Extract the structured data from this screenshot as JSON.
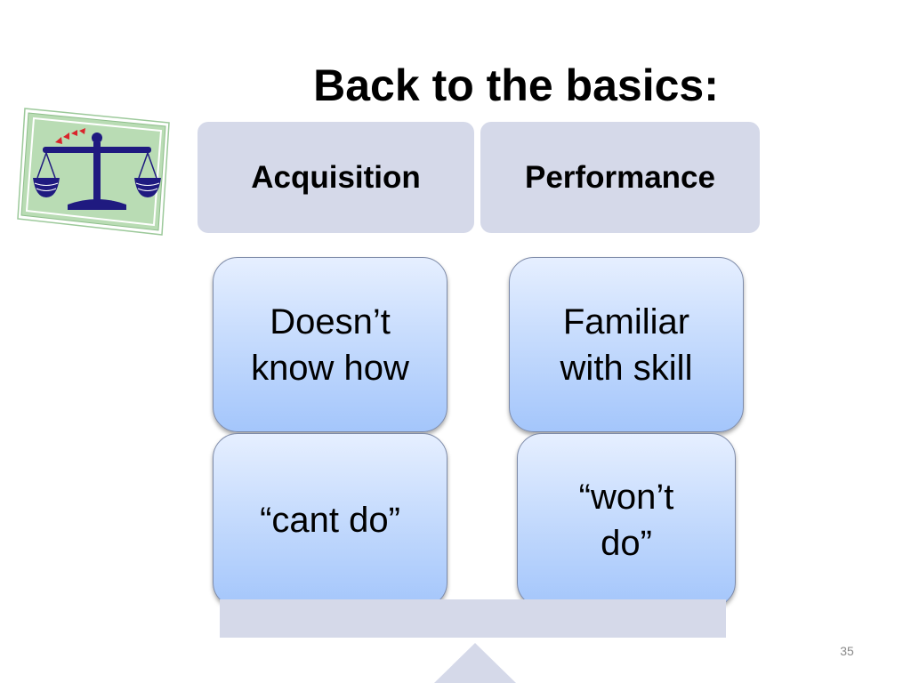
{
  "slide": {
    "title": "Back to the basics:",
    "headers": {
      "acquisition": "Acquisition",
      "performance": "Performance"
    },
    "cards": {
      "doesnt_know": [
        "Doesn’t",
        "know how"
      ],
      "familiar": [
        "Familiar",
        "with skill"
      ],
      "cant_do": "“cant do”",
      "wont_do": [
        "“won’t",
        "do”"
      ]
    },
    "slide_number": "35"
  },
  "clipart": {
    "name": "balance-scale-icon"
  },
  "colors": {
    "header_fill": "#d5d9e9",
    "card_top": "#e6efff",
    "card_bottom": "#a4c6fb",
    "scale_navy": "#1f1a80",
    "clipart_bg": "#b9dcb4"
  }
}
